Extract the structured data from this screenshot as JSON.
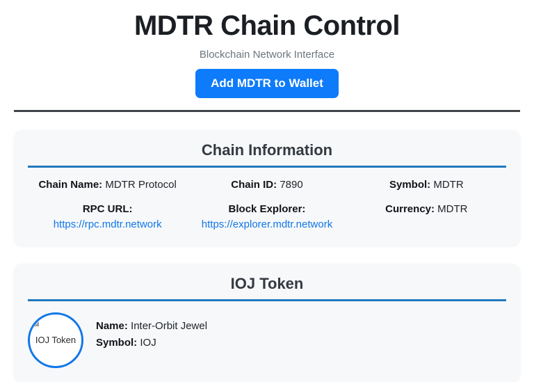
{
  "header": {
    "title": "MDTR Chain Control",
    "subtitle": "Blockchain Network Interface",
    "wallet_button_label": "Add MDTR to Wallet",
    "accent_color": "#0d7bfa",
    "rule_color": "#414549"
  },
  "chain_card": {
    "title": "Chain Information",
    "accent_color": "#2178bd",
    "fields": [
      {
        "label": "Chain Name:",
        "value": "MDTR Protocol",
        "is_link": false
      },
      {
        "label": "Chain ID:",
        "value": "7890",
        "is_link": false
      },
      {
        "label": "Symbol:",
        "value": "MDTR",
        "is_link": false
      },
      {
        "label": "RPC URL:",
        "value": "https://rpc.mdtr.network",
        "is_link": true
      },
      {
        "label": "Block Explorer:",
        "value": "https://explorer.mdtr.network",
        "is_link": true
      },
      {
        "label": "Currency:",
        "value": "MDTR",
        "is_link": false
      }
    ],
    "cells": {
      "chain_name_label": "Chain Name:",
      "chain_name_value": "MDTR Protocol",
      "chain_id_label": "Chain ID:",
      "chain_id_value": "7890",
      "symbol_label": "Symbol:",
      "symbol_value": "MDTR",
      "rpc_label": "RPC URL:",
      "rpc_value": "https://rpc.mdtr.network",
      "explorer_label": "Block Explorer:",
      "explorer_value": "https://explorer.mdtr.network",
      "currency_label": "Currency:",
      "currency_value": "MDTR"
    },
    "link_color": "#1277e8"
  },
  "token_card": {
    "title": "IOJ Token",
    "accent_color": "#2178bd",
    "logo": {
      "icon": "broken-image-icon",
      "alt_text": "IOJ Token",
      "border_color": "#1277e8"
    },
    "name_label": "Name:",
    "name_value": "Inter-Orbit Jewel",
    "symbol_label": "Symbol:",
    "symbol_value": "IOJ"
  }
}
